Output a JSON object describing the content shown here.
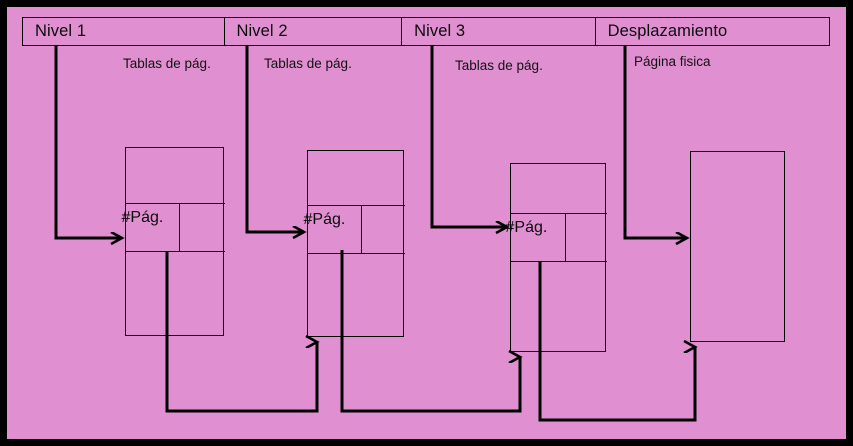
{
  "diagram": {
    "title": "Traduccion de direcciones con tablas de paginas multinivel",
    "background_color": "#e08fd0",
    "line_color": "#000000",
    "border_color": "#000000"
  },
  "header": {
    "fields": [
      {
        "label": "Nivel 1"
      },
      {
        "label": "Nivel 2"
      },
      {
        "label": "Nivel 3"
      },
      {
        "label": "Desplazamiento"
      }
    ]
  },
  "captions": [
    {
      "label": "Tablas de pág."
    },
    {
      "label": "Tablas de pág."
    },
    {
      "label": "Tablas de pág."
    },
    {
      "label": "Página fisica"
    }
  ],
  "page_tables": [
    {
      "entry_label": "#Pág."
    },
    {
      "entry_label": "#Pág."
    },
    {
      "entry_label": "#Pág."
    }
  ],
  "physical_page": {
    "label": ""
  }
}
